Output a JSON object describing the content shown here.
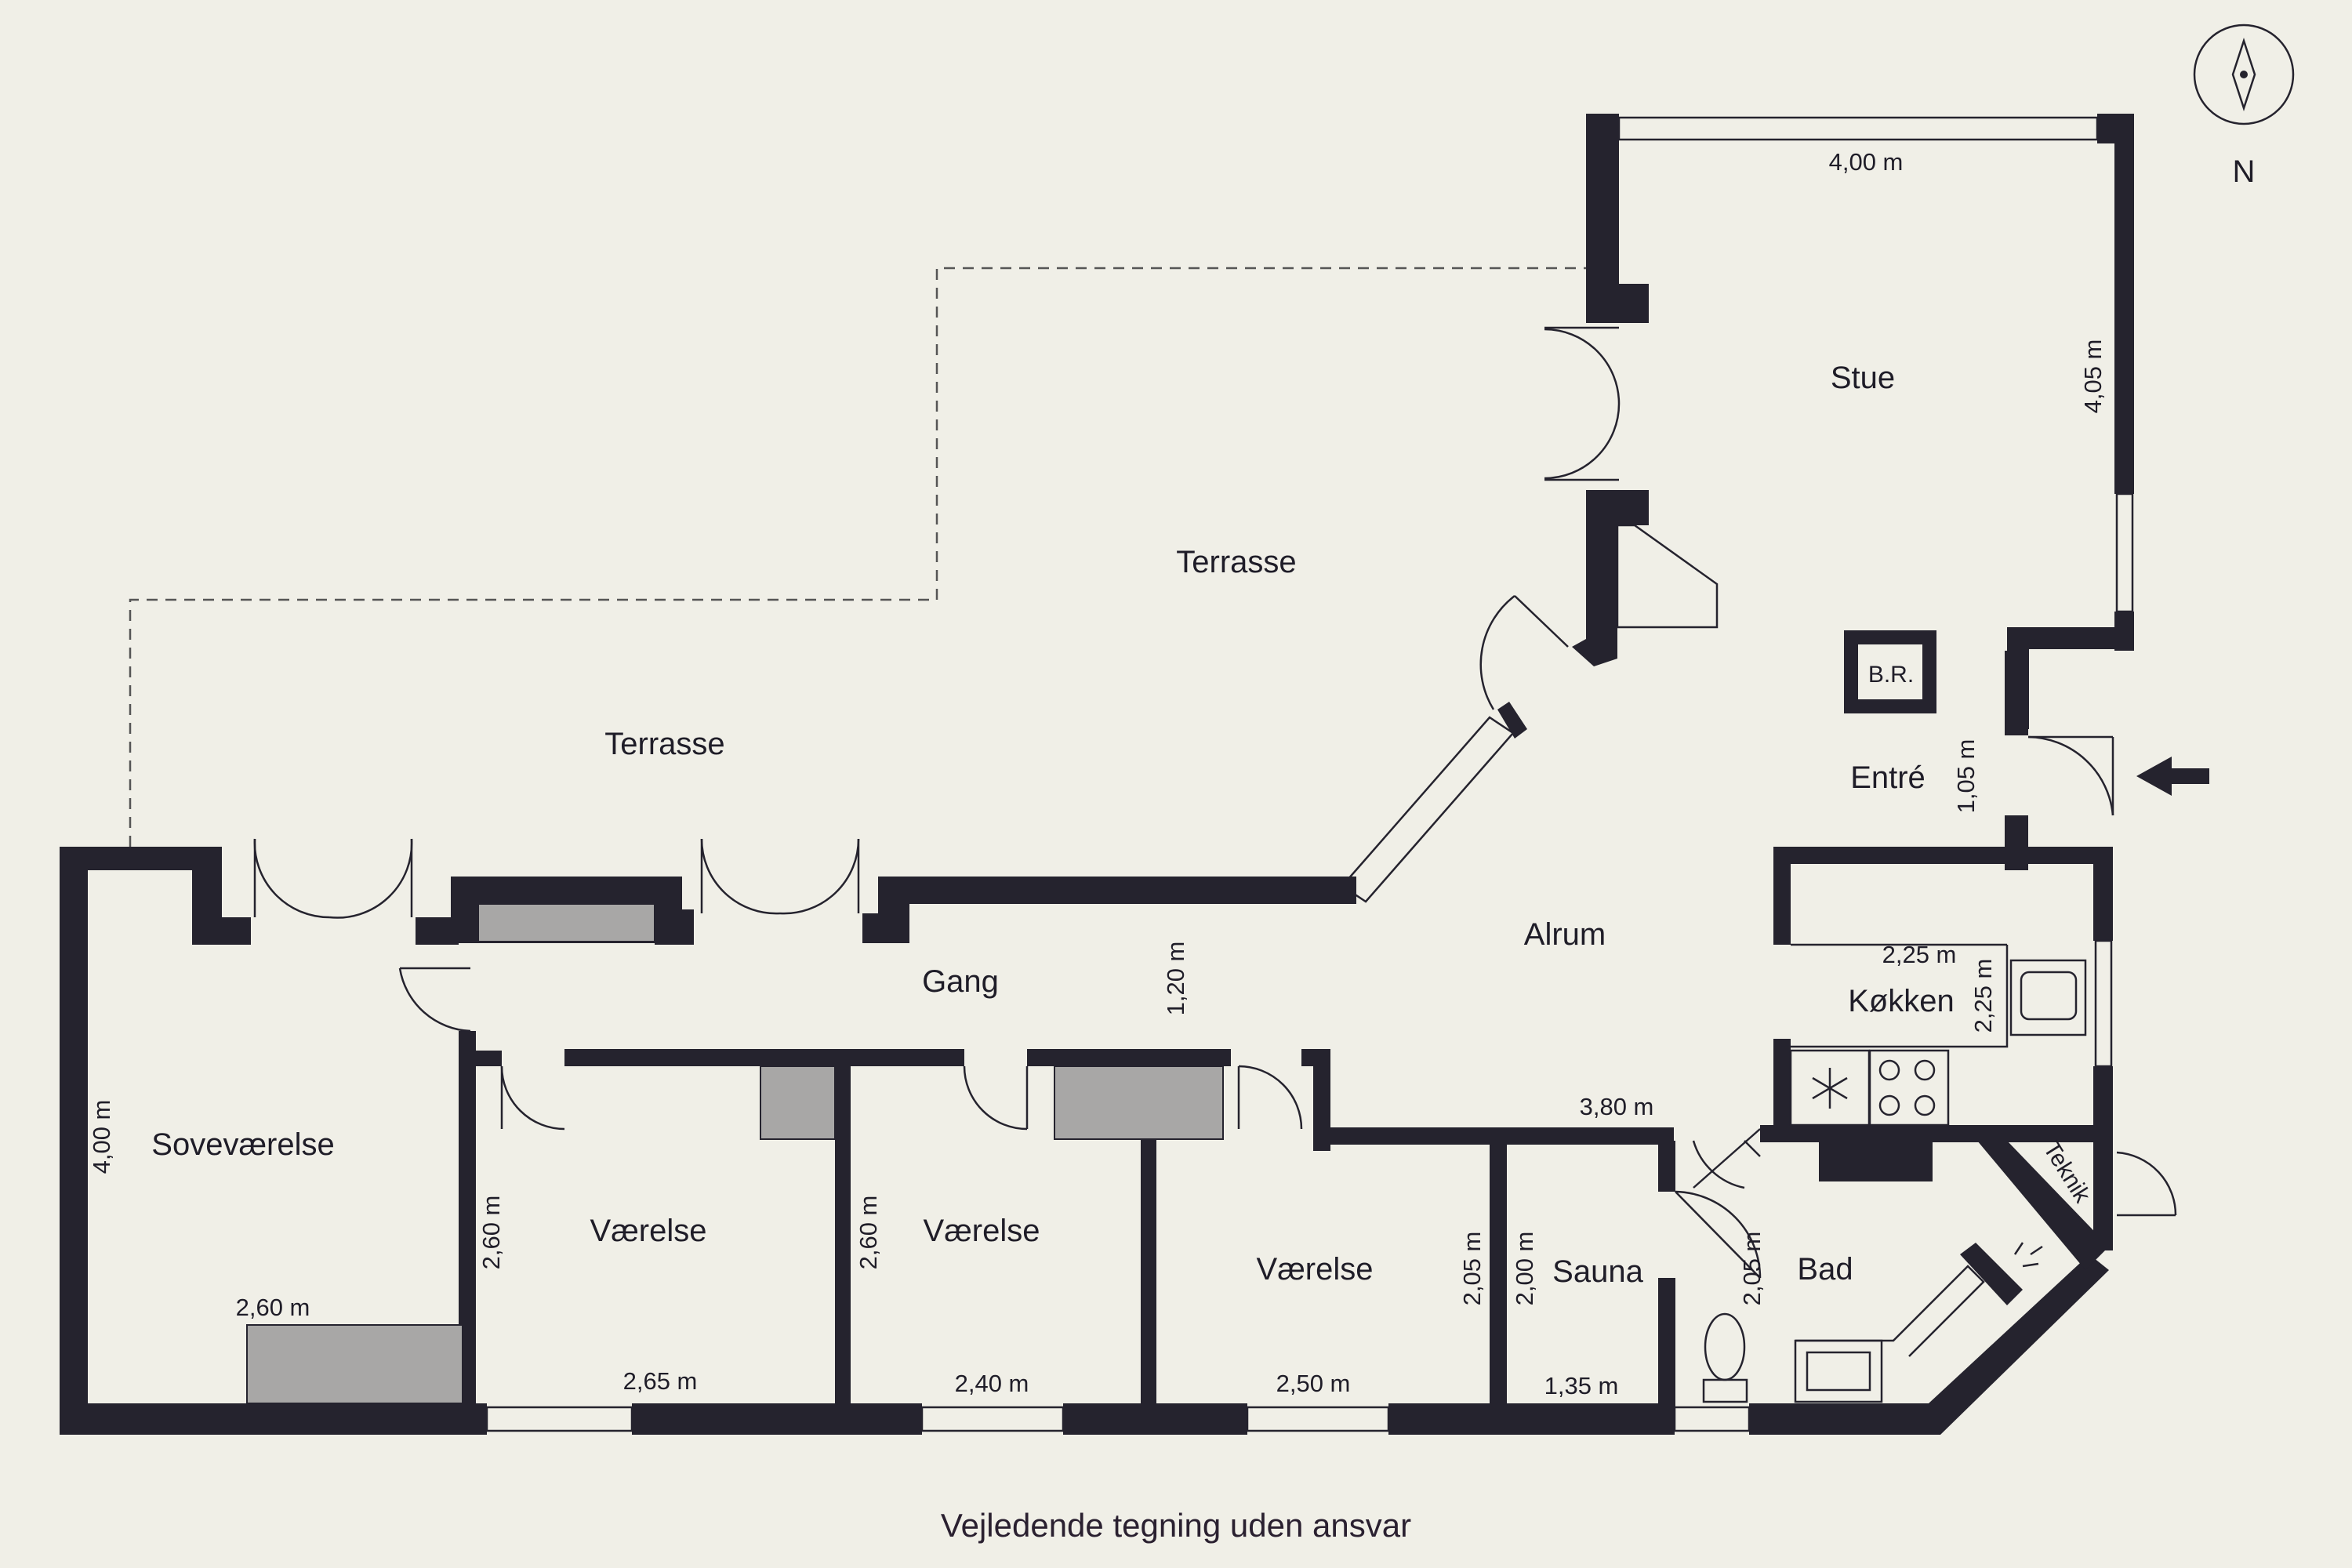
{
  "rooms": {
    "stue": "Stue",
    "terrasse_upper": "Terrasse",
    "terrasse_lower": "Terrasse",
    "entre": "Entré",
    "br": "B.R.",
    "alrum": "Alrum",
    "gang": "Gang",
    "koekken": "Køkken",
    "teknik": "Teknik",
    "sovevaerelse": "Soveværelse",
    "vaerelse_1": "Værelse",
    "vaerelse_2": "Værelse",
    "vaerelse_3": "Værelse",
    "sauna": "Sauna",
    "bad": "Bad"
  },
  "dimensions": {
    "stue_width": "4,00 m",
    "stue_depth": "4,05 m",
    "entre_width": "1,05 m",
    "gang_width": "1,20 m",
    "koekken_width": "2,25 m",
    "koekken_depth": "2,25 m",
    "alrum_width": "3,80 m",
    "sovevaerelse_depth": "4,00 m",
    "sovevaerelse_width": "2,60 m",
    "vaerelse_1_depth": "2,60 m",
    "vaerelse_1_width": "2,65 m",
    "vaerelse_2_depth": "2,60 m",
    "vaerelse_2_width": "2,40 m",
    "vaerelse_3_depth": "2,05 m",
    "vaerelse_3_width": "2,50 m",
    "sauna_depth": "2,00 m",
    "sauna_width": "1,35 m",
    "bad_depth": "2,05 m"
  },
  "compass": {
    "label": "N"
  },
  "caption": "Vejledende tegning uden ansvar",
  "colors": {
    "background": "#f0efe7",
    "wall": "#25232e",
    "fixture_grey": "#a8a7a6"
  }
}
